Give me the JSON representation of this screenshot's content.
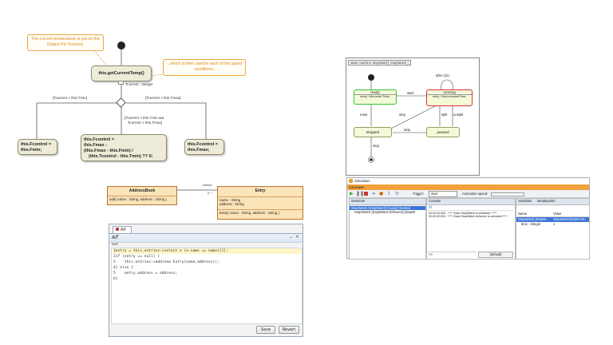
{
  "activity": {
    "note_left": "The current temperature is put on the Output Pin Tcurrent.",
    "note_right": "...which is then used in each of the guard conditions.",
    "action_get": "this.getCurrentTemp()",
    "pin_label": "Tcurrent : Integer",
    "guard_left": "[Tcurrent < this.Tmin]",
    "guard_right": "[Tcurrent > this.Tmax]",
    "guard_mid_1": "[Tcurrent > this.Tmin &&",
    "guard_mid_2": "Tcurrent < this.Tmax]",
    "action_left_1": "this.Fcontrol =",
    "action_left_2": "this.Fmin;",
    "action_mid_1": "this.Fcontrol =",
    "action_mid_2": "this.Fmax -",
    "action_mid_3": "(this.Fmax - this.Fmin) /",
    "action_mid_4": "(this.Tcontrol - this.Tmin) ?? 0;",
    "action_right_1": "this.Fcontrol =",
    "action_right_2": "this.Fmax;"
  },
  "classes": {
    "addressbook_name": "AddressBook",
    "addressbook_op": "add( name : String, address : String )",
    "entry_name": "Entry",
    "entry_attr_1": "name : String",
    "entry_attr_2": "address : String",
    "entry_op": "Entry( name : String, address : String )",
    "assoc_role": "entries",
    "assoc_mult": "0..*"
  },
  "editor": {
    "tab_label": "Alf",
    "title": "Alf",
    "out_label": "out",
    "code_lines": [
      "1entry = this.entries->select e (e.name == name)[1];",
      "2if (entry == null) {",
      "3    this.entries->add(new Entry(name,address));",
      "4} else {",
      "5    entry.address = address;",
      "6}"
    ],
    "save_label": "Save",
    "revert_label": "Revert"
  },
  "statemachine": {
    "frame_title": "state machine StopWatch[ StopWatch ]",
    "state_ready": "ready",
    "state_ready_entry": "entry / this.reset Time;",
    "state_running": "running",
    "state_running_entry": "entry / this.increaseTime;",
    "state_stopped": "stopped",
    "state_paused": "paused",
    "t_after": "after (1s)",
    "t_start": "start",
    "t_reset": "reset",
    "t_stop": "stop",
    "t_split": "split",
    "t_unsplit": "unsplit",
    "t_stop2": "stop",
    "t_stop3": "stop"
  },
  "simulation": {
    "window_title": "Simulation",
    "toolbar_label": "Simulation",
    "trigger_label": "Trigger:",
    "trigger_value": "start",
    "animation_label": "Animation speed:",
    "sessions_tab": "Sessions",
    "console_tab": "Console",
    "variables_tab": "Variables",
    "breakpoints_tab": "Breakpoints",
    "session_1": "StopWatch [StopWatch] [ready] [Started",
    "session_2": "StopWatch [StopWatch behavior] [StopW",
    "console_1": "00:00:00,000 : **** Class StopWatch is initialized. ****",
    "console_2": "00:00:00,000 : **** Class StopWatch behavior is activated ****",
    "col_name": "Name",
    "col_value": "Value",
    "var_row_1_name": "StopWatch [StopW...",
    "var_row_1_value": "StopWatch@2a5c78c",
    "var_row_2_name": "time : Integer",
    "var_row_2_value": "1",
    "console_input": ">>",
    "console_dropdown": "[default]"
  }
}
